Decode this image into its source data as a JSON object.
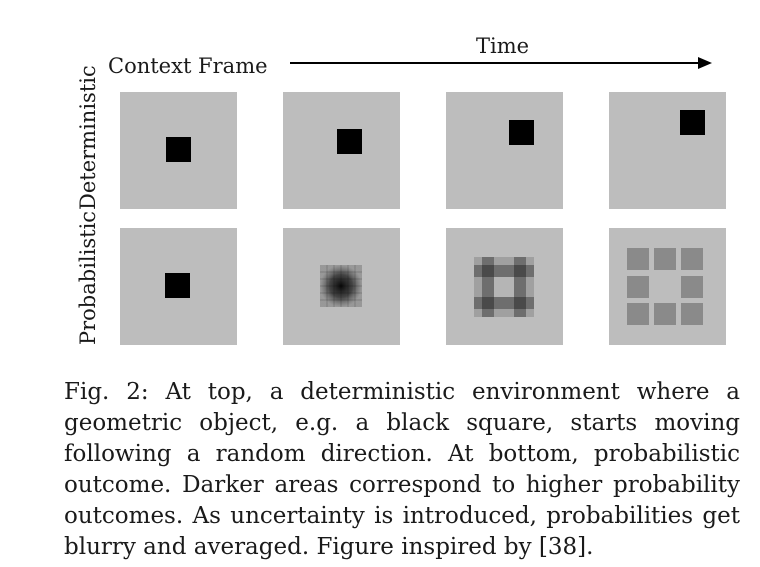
{
  "header": {
    "time_label": "Time",
    "context_label": "Context Frame"
  },
  "rows": {
    "deterministic_label": "Deterministic",
    "probabilistic_label": "Probabilistic"
  },
  "caption": "Fig. 2: At top, a deterministic environment where a geometric object, e.g. a black square, starts moving following a random direction. At bottom, probabilistic outcome. Darker areas correspond to higher probability outcomes. As uncertainty is introduced, probabilities get blurry and averaged. Figure inspired by [38].",
  "colors": {
    "panel_background": "#bdbdbd",
    "square": "#000000"
  }
}
